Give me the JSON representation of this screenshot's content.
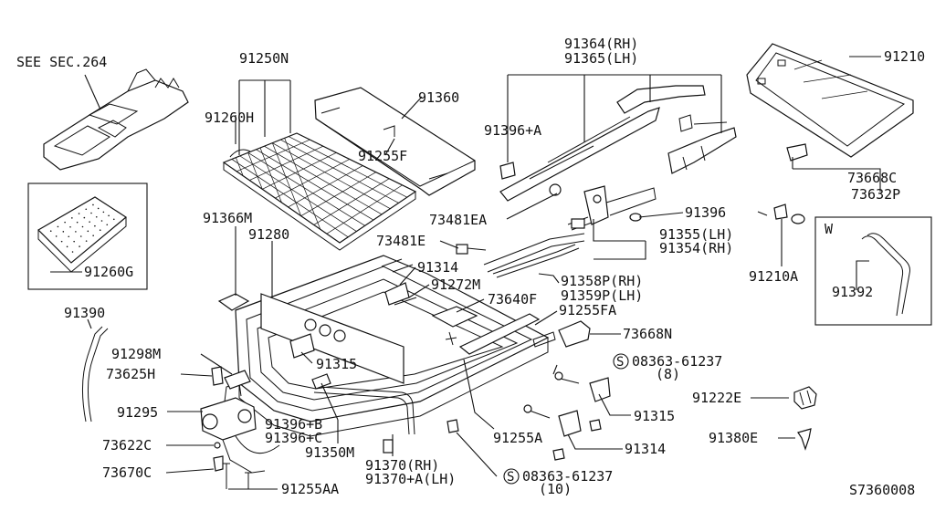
{
  "labels": {
    "see_sec": "SEE SEC.264",
    "p91250N": "91250N",
    "p91260H": "91260H",
    "p91360": "91360",
    "p91255F": "91255F",
    "p91364_rh": "91364(RH)",
    "p91365_lh": "91365(LH)",
    "p91396A": "91396+A",
    "p73481EA": "73481EA",
    "p91396": "91396",
    "p91355_lh": "91355(LH)",
    "p91354_rh": "91354(RH)",
    "p73481E": "73481E",
    "p91358P_rh": "91358P(RH)",
    "p91359P_lh": "91359P(LH)",
    "p91210": "91210",
    "p73668C": "73668C",
    "p73632P": "73632P",
    "p91210A": "91210A",
    "inset_w": "W",
    "p91392": "91392",
    "p91260G": "91260G",
    "p91366M": "91366M",
    "p91280": "91280",
    "p91314_top": "91314",
    "p91272M": "91272M",
    "p73640F": "73640F",
    "p91255FA": "91255FA",
    "p91390": "91390",
    "p73668N": "73668N",
    "p91298M": "91298M",
    "p73625H": "73625H",
    "s_code_top": "08363-61237",
    "s_qty_top": "(8)",
    "p91315_left": "91315",
    "p91222E": "91222E",
    "p91295": "91295",
    "p91396B": "91396+B",
    "p91396C": "91396+C",
    "p91315_right": "91315",
    "p73622C": "73622C",
    "p91350M": "91350M",
    "p91255A": "91255A",
    "p91314_bot": "91314",
    "p91380E": "91380E",
    "p73670C": "73670C",
    "p91370_rh": "91370(RH)",
    "p91370A_lh": "91370+A(LH)",
    "s_code_bot": "08363-61237",
    "s_qty_bot": "(10)",
    "p91255AA": "91255AA",
    "s_symbol": "S",
    "diagram_code": "S7360008"
  }
}
